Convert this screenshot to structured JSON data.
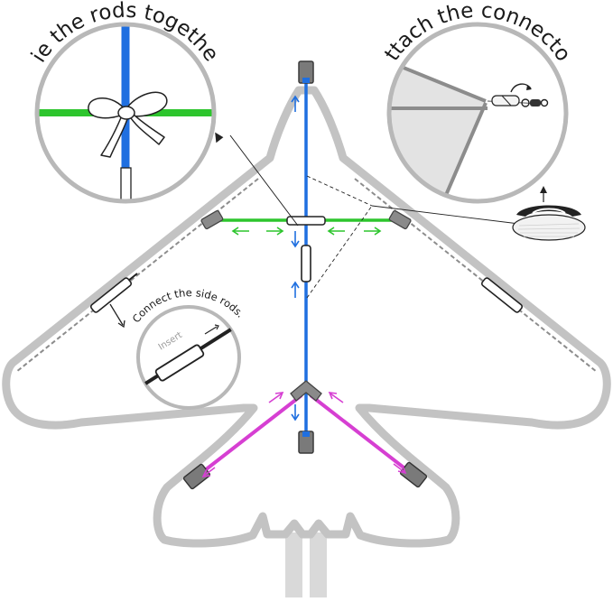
{
  "labels": {
    "tie_rods": "Tie the rods together.",
    "attach_connector": "Attach the connector.",
    "connect_side_rods": "Connect the side rods.",
    "insert": "Insert"
  },
  "colors": {
    "frame": "#c8c8c8",
    "frame_dark": "#8a8a8a",
    "spine": "#1f6fe0",
    "cross": "#2dc52d",
    "tail": "#d63fd2",
    "connector": "#707070",
    "sleeve_fill": "#ffffff",
    "line": "#222222"
  },
  "icons": {
    "bow": "bow-knot-icon",
    "swivel": "swivel-clip-icon",
    "reel": "line-reel-icon"
  }
}
